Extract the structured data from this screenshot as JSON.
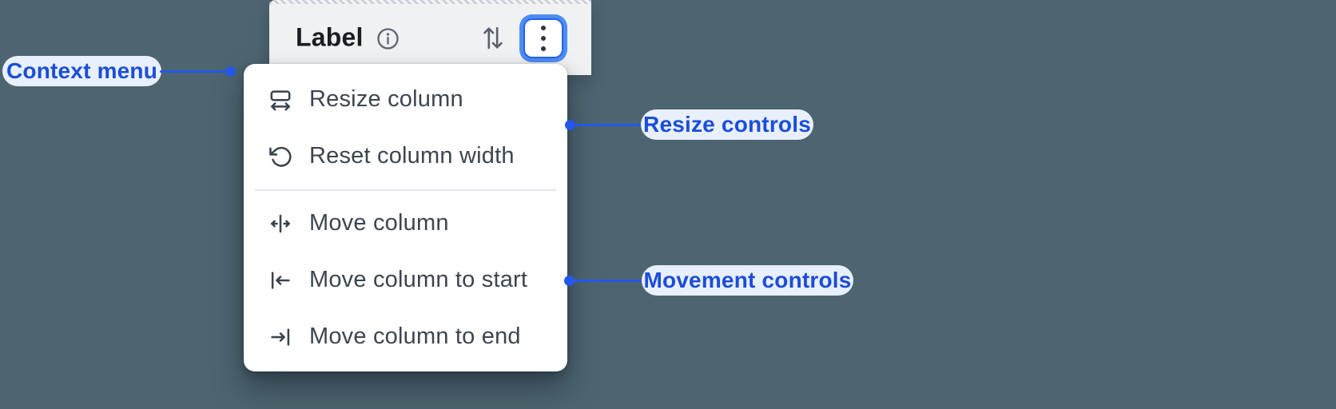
{
  "header": {
    "label": "Label",
    "info_icon": "info-icon",
    "sort_icon": "sort-icon",
    "more_options_icon": "kebab-menu-icon"
  },
  "menu": {
    "items": [
      {
        "label": "Resize column",
        "icon": "resize-column",
        "section": "resize"
      },
      {
        "label": "Reset column width",
        "icon": "reset-column-width",
        "section": "resize"
      },
      {
        "label": "Move column",
        "icon": "move-column",
        "section": "movement"
      },
      {
        "label": "Move column to start",
        "icon": "move-column-to-start",
        "section": "movement"
      },
      {
        "label": "Move column to end",
        "icon": "move-column-to-end",
        "section": "movement"
      }
    ]
  },
  "annotations": {
    "context_menu": {
      "label": "Context menu"
    },
    "resize_controls": {
      "label": "Resize controls"
    },
    "movement_controls": {
      "label": "Movement controls"
    }
  },
  "colors": {
    "background": "#4d6570",
    "header_bg": "#eff1f3",
    "menu_bg": "#ffffff",
    "menu_text": "#3d454f",
    "menu_icon": "#3a424c",
    "divider": "#e3e6ea",
    "annotation_bg": "#e8effd",
    "annotation_text": "#1b4dd8",
    "connector_blue": "#2458e8",
    "focus_ring_outer": "#4e8cf5",
    "focus_ring_inner": "#2563eb",
    "header_label_text": "#1a1d21"
  }
}
